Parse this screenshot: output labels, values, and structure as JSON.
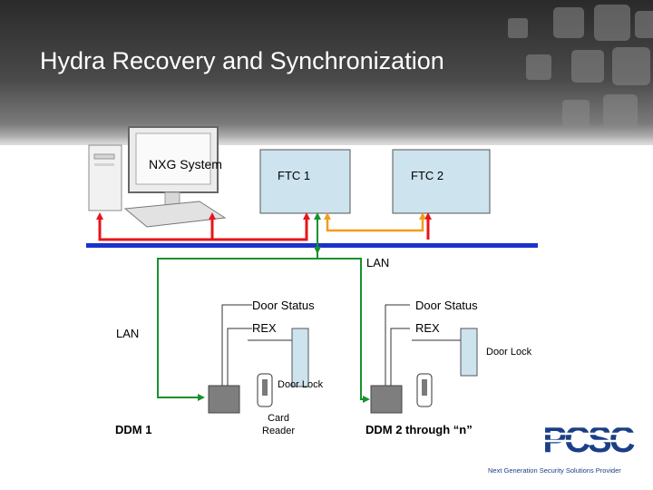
{
  "title": "Hydra Recovery and Synchronization",
  "nodes": {
    "nxg": "NXG System",
    "ftc1": "FTC 1",
    "ftc2": "FTC 2",
    "lan_top": "LAN",
    "lan_left": "LAN",
    "ddm1": "DDM 1",
    "ddm2": "DDM 2 through “n”",
    "card_reader_line1": "Card",
    "card_reader_line2": "Reader"
  },
  "signals": {
    "door_status_left": "Door Status",
    "rex_left": "REX",
    "door_status_right": "Door Status",
    "rex_right": "REX",
    "door_lock_middle": "Door Lock",
    "door_lock_right": "Door Lock"
  },
  "logo": {
    "text": "PCSC",
    "tagline": "Next Generation Security Solutions Provider"
  },
  "colors": {
    "red_link": "#e8141b",
    "blue_bus": "#1a33cc",
    "green_link": "#17922c",
    "orange_link": "#f29d1f",
    "box_fill": "#cde3ee",
    "logo_blue": "#1a3f86"
  }
}
